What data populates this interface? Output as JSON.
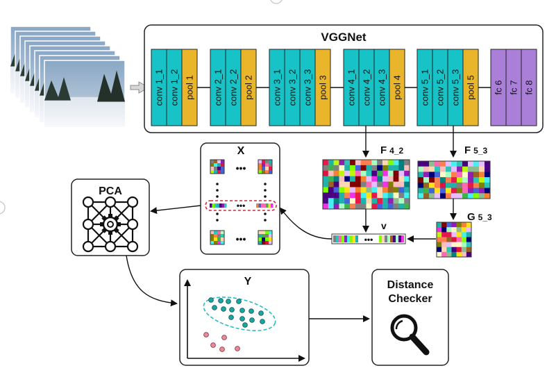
{
  "vgg": {
    "title": "VGGNet",
    "blocks": [
      {
        "layers": [
          "conv 1_1",
          "conv 1_2"
        ],
        "pool": "pool 1"
      },
      {
        "layers": [
          "conv 2_1",
          "conv 2_2"
        ],
        "pool": "pool 2"
      },
      {
        "layers": [
          "conv 3_1",
          "conv 3_2",
          "conv 3_3"
        ],
        "pool": "pool 3"
      },
      {
        "layers": [
          "conv 4_1",
          "conv 4_2",
          "conv 4_3"
        ],
        "pool": "pool 4"
      },
      {
        "layers": [
          "conv 5_1",
          "conv 5_2",
          "conv 5_3"
        ],
        "pool": "pool 5"
      }
    ],
    "fc": [
      "fc 6",
      "fc 7",
      "fc 8"
    ]
  },
  "features": {
    "f42_main": "F",
    "f42_sub": "4_2",
    "f53_main": "F",
    "f53_sub": "5_3",
    "g53_main": "G",
    "g53_sub": "5_3",
    "v_label": "v"
  },
  "matrix_x": {
    "label": "X",
    "dots": "•••"
  },
  "pca": {
    "label": "PCA"
  },
  "plot_y": {
    "label": "Y"
  },
  "checker": {
    "line1": "Distance",
    "line2": "Checker"
  },
  "colors": {
    "conv": "#17c3c6",
    "pool": "#e9b52a",
    "fc": "#a97fd8",
    "cluster_fill": "#1aa6a0",
    "outlier_fill": "#e88a9a",
    "dash_cyan": "#2bb8c2",
    "dash_red": "#c8283c"
  },
  "icons": [
    "snow-photo-stack",
    "neural-network-icon",
    "magnifier-icon"
  ]
}
